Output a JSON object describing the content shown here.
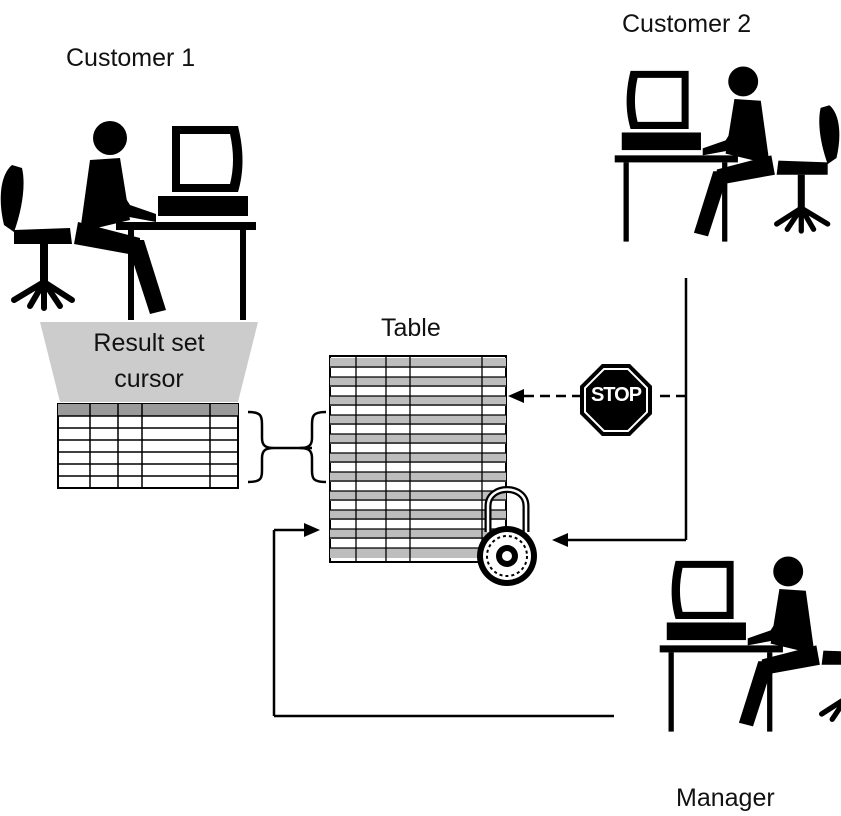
{
  "labels": {
    "customer1": "Customer 1",
    "customer2": "Customer 2",
    "manager": "Manager",
    "table": "Table",
    "cursor_line1": "Result set",
    "cursor_line2": "cursor",
    "stop": "STOP"
  },
  "icons": [
    "person-at-computer-icon",
    "stop-sign-icon",
    "padlock-icon"
  ],
  "colors": {
    "ink": "#000000",
    "funnel": "#cccccc",
    "table_stripe": "#bdbdbd"
  }
}
